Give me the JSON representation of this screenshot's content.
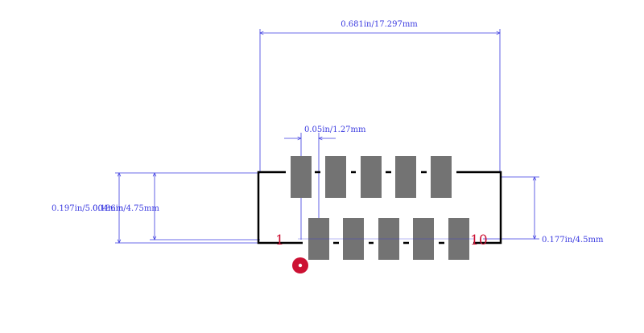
{
  "footprint": {
    "pin_first_label": "1",
    "pin_last_label": "10",
    "colors": {
      "dimension": "#3a3ae0",
      "pad": "#737373",
      "outline": "#000000",
      "pin_marker": "#cc1133",
      "pin_label": "#cc1133",
      "background": "#ffffff"
    }
  },
  "dimensions": {
    "overall_length": "0.681in/17.297mm",
    "pitch": "0.05in/1.27mm",
    "total_height": "0.197in/5.004mm",
    "body_height": "0.186in/4.75mm",
    "body_span": "0.177in/4.5mm"
  }
}
